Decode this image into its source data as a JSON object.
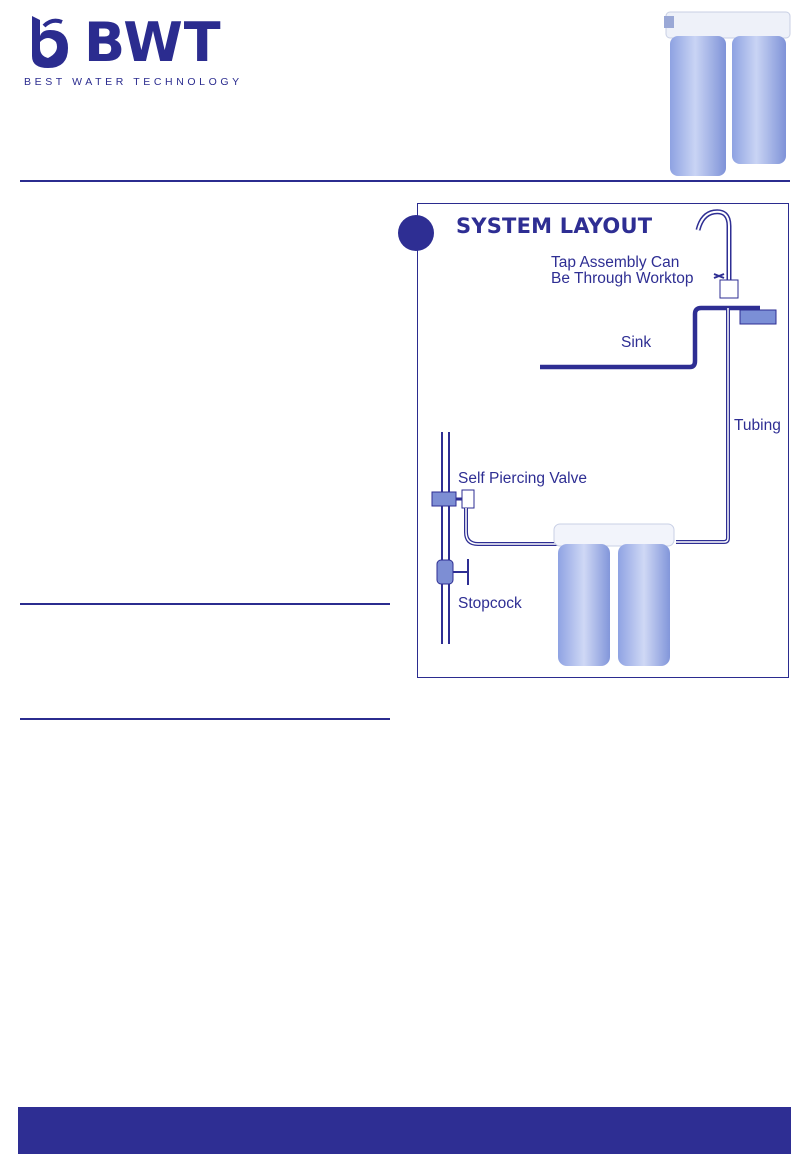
{
  "brand": {
    "name": "BWT",
    "tagline": "BEST WATER TECHNOLOGY"
  },
  "layout": {
    "title": "SYSTEM LAYOUT",
    "labels": {
      "tap_line1": "Tap Assembly Can",
      "tap_line2": "Be Through Worktop",
      "sink": "Sink",
      "tubing": "Tubing",
      "valve": "Self Piercing Valve",
      "stopcock": "Stopcock"
    }
  },
  "colors": {
    "brand_blue": "#2e2e93",
    "filter_blue": "#9fb0e6",
    "filter_cap": "#f2f4fb"
  }
}
